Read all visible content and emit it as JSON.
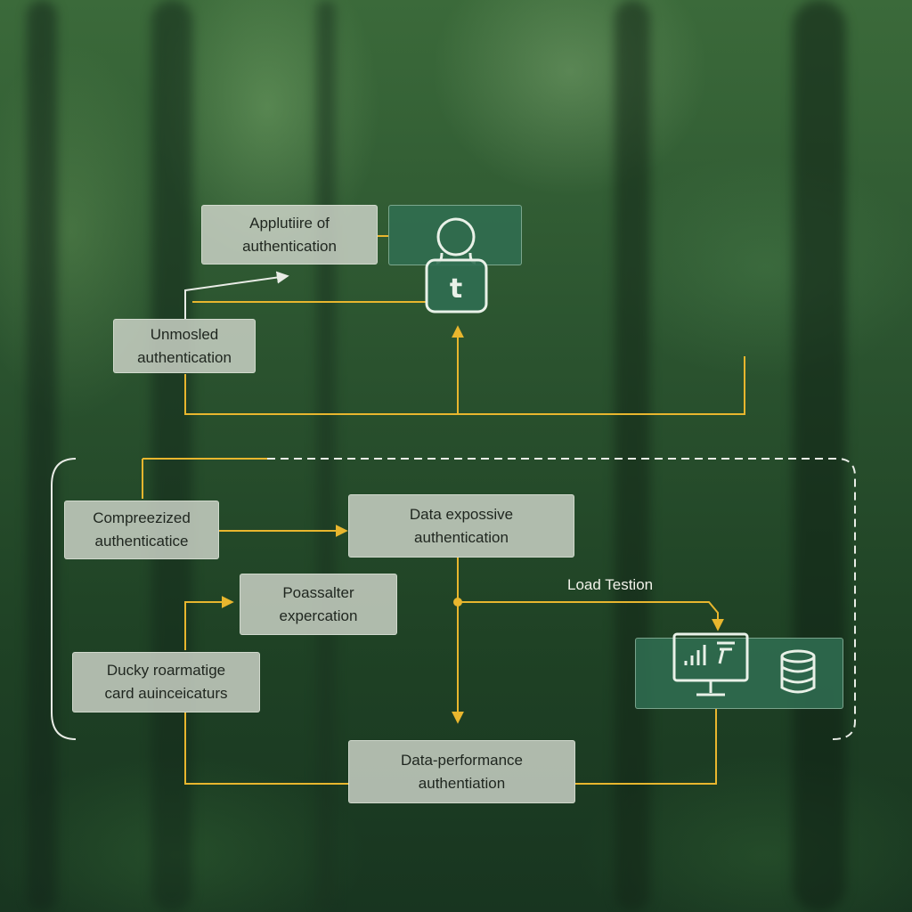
{
  "nodes": {
    "applutiire": "Applutiire of\nauthentication",
    "unmosled": "Unmosled\nauthentication",
    "compreezized": "Compreezized\nauthenticatice",
    "data_expossive": "Data expossive\nauthentication",
    "poassalter": "Poassalter\nexpercation",
    "ducky": "Ducky roarmatige\ncard auinceicaturs",
    "data_performance": "Data-performance\nauthentiation"
  },
  "edge_labels": {
    "load_testion": "Load Testion"
  },
  "icons": {
    "user_lock": "user-lock-icon",
    "lock_glyph": "t",
    "monitor": "monitor-chart-icon",
    "database": "database-icon"
  },
  "colors": {
    "connector": "#e8b62e",
    "node_fill": "#d0d6ca",
    "panel_fill": "#306e52",
    "icon_stroke": "#e9f1e8",
    "dashed_frame": "#e9ece6"
  }
}
